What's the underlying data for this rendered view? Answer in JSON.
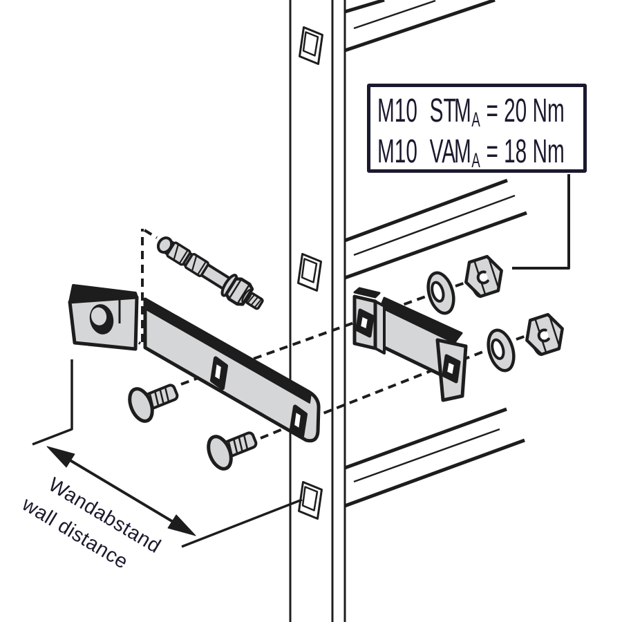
{
  "colors": {
    "background": "#ffffff",
    "line": "#1d1d1d",
    "metal_fill": "#d5d6d7",
    "text": "#1a1a2e"
  },
  "spec_box": {
    "rows": [
      {
        "size": "M10",
        "material": "ST",
        "symbol": "M",
        "subscript": "A",
        "torque": "= 20 Nm"
      },
      {
        "size": "M10",
        "material": "VA",
        "symbol": "M",
        "subscript": "A",
        "torque": "= 18 Nm"
      }
    ]
  },
  "dimension_label": {
    "line1": "Wandabstand",
    "line2": "wall distance"
  }
}
